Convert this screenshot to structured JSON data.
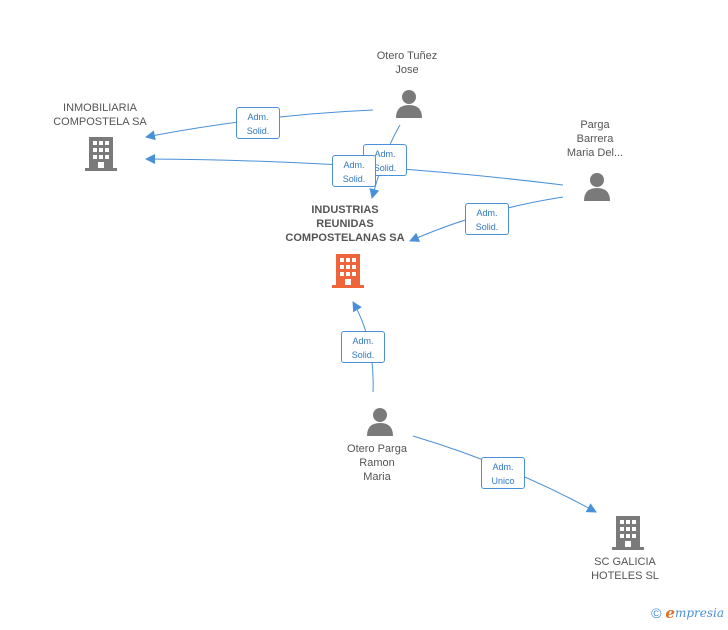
{
  "colors": {
    "edge": "#4a90d9",
    "person_icon": "#7a7a7a",
    "company_icon": "#7a7a7a",
    "main_company_icon": "#f0643c",
    "label": "#555555"
  },
  "nodes": {
    "otero_tunez": {
      "lines": [
        "Otero Tuñez",
        "Jose"
      ],
      "icon": "person-icon"
    },
    "inmobiliaria": {
      "lines": [
        "INMOBILIARIA",
        "COMPOSTELA SA"
      ],
      "icon": "building-icon"
    },
    "parga": {
      "lines": [
        "Parga",
        "Barrera",
        "Maria Del..."
      ],
      "icon": "person-icon"
    },
    "industrias": {
      "lines": [
        "INDUSTRIAS",
        "REUNIDAS",
        "COMPOSTELANAS SA"
      ],
      "icon": "building-icon"
    },
    "otero_parga": {
      "lines": [
        "Otero Parga",
        "Ramon",
        "Maria"
      ],
      "icon": "person-icon"
    },
    "sc_galicia": {
      "lines": [
        "SC GALICIA",
        "HOTELES SL"
      ],
      "icon": "building-icon"
    }
  },
  "edges": [
    {
      "from": "otero_tunez",
      "to": "inmobiliaria",
      "label": [
        "Adm.",
        "Solid."
      ]
    },
    {
      "from": "otero_tunez",
      "to": "industrias",
      "label": [
        "Adm.",
        "Solid."
      ]
    },
    {
      "from": "parga",
      "to": "inmobiliaria",
      "label": [
        "Adm.",
        "Solid."
      ]
    },
    {
      "from": "parga",
      "to": "industrias",
      "label": [
        "Adm.",
        "Solid."
      ]
    },
    {
      "from": "otero_parga",
      "to": "industrias",
      "label": [
        "Adm.",
        "Solid."
      ]
    },
    {
      "from": "otero_parga",
      "to": "sc_galicia",
      "label": [
        "Adm.",
        "Unico"
      ]
    }
  ],
  "footer": {
    "copyright_symbol": "©",
    "brand_initial": "e",
    "brand_rest": "mpresia"
  }
}
